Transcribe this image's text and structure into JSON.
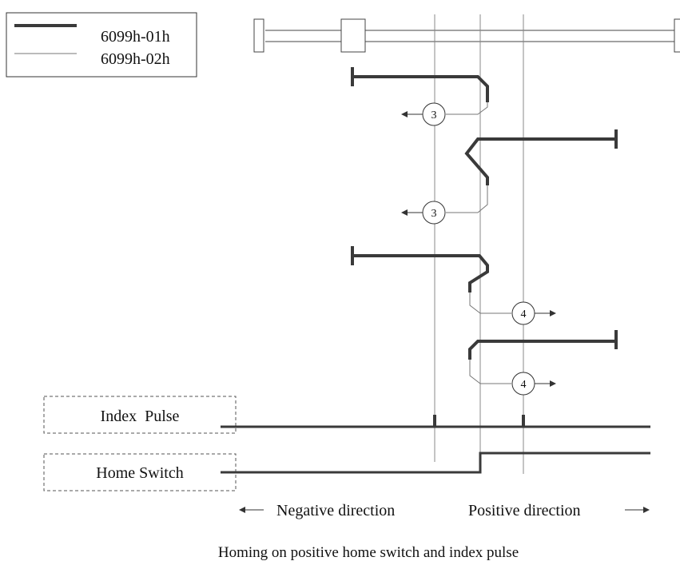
{
  "legend": {
    "items": [
      {
        "label": "6099h-01h",
        "style": "thick"
      },
      {
        "label": "6099h-02h",
        "style": "thin"
      }
    ]
  },
  "signals": {
    "index_pulse": "Index  Pulse",
    "home_switch": "Home Switch"
  },
  "directions": {
    "negative": "Negative direction",
    "positive": "Positive direction"
  },
  "markers": {
    "m1": "3",
    "m2": "3",
    "m3": "4",
    "m4": "4"
  },
  "caption": "Homing on positive home switch and index pulse",
  "colors": {
    "thick_line": "#3a3a3a",
    "thin_line": "#777777",
    "guide_line": "#888888",
    "text": "#111111",
    "dashed_box": "#555555"
  }
}
